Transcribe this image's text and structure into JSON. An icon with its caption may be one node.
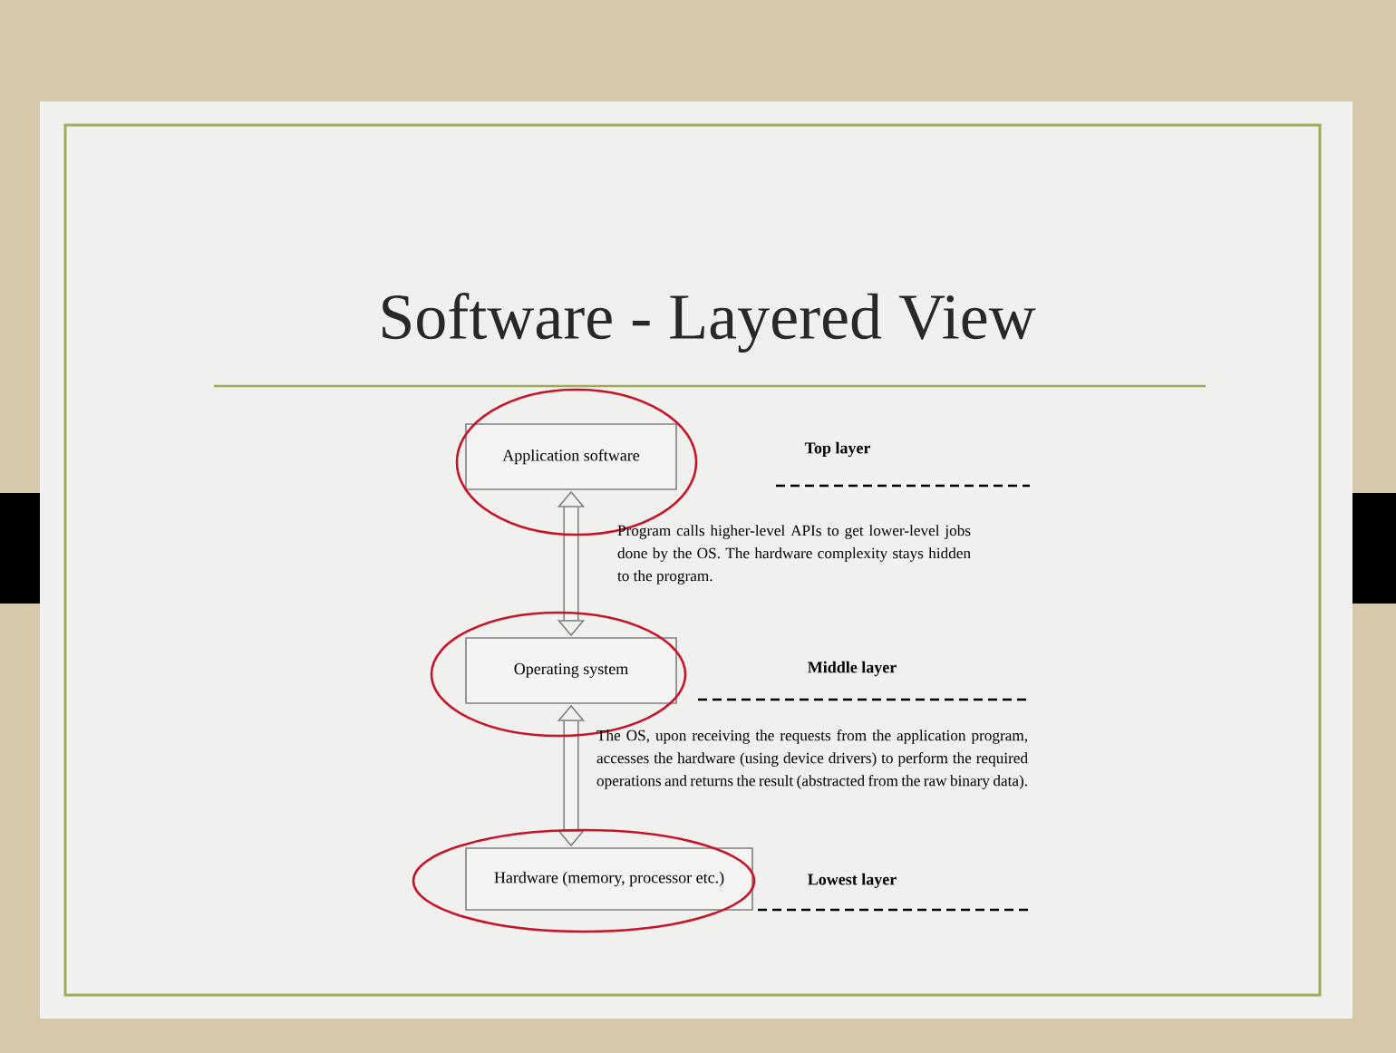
{
  "diagram": {
    "title": "Software - Layered View",
    "nodes": [
      {
        "text": [
          "Application software"
        ]
      },
      {
        "text": [
          "Operating system"
        ]
      },
      {
        "text": [
          "Hardware (memory, processor etc.)"
        ]
      }
    ],
    "edges": [
      {
        "from": 0,
        "to": 1,
        "arrow": "both"
      },
      {
        "from": 1,
        "to": 2,
        "arrow": "both"
      }
    ],
    "labels": [
      "Top layer",
      "Program calls higher-level APIs to get lower-level jobs done by the OS. The hardware complexity stays hidden to the program.",
      "Middle layer",
      "The OS, upon receiving the requests from the application program, accesses the hardware (using device drivers) to perform the required operations and returns the result (abstracted from the raw binary data).",
      "Lowest layer"
    ]
  }
}
